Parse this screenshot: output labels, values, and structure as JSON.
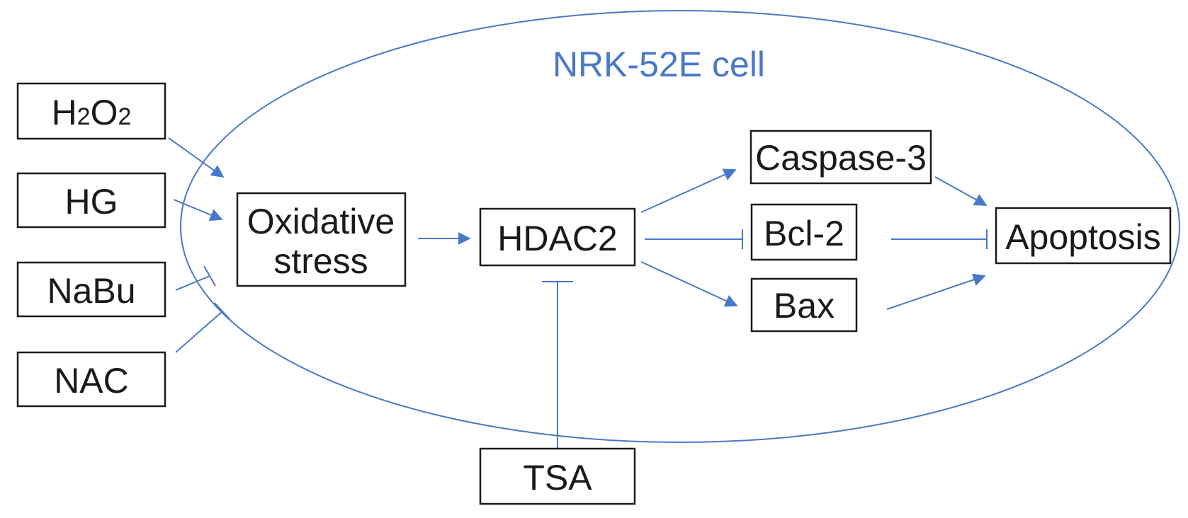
{
  "colors": {
    "accent": "#4a78c8",
    "box_stroke": "#1a1a1a",
    "text": "#1a1a1a"
  },
  "cell": {
    "label": "NRK-52E cell"
  },
  "nodes": {
    "h2o2": {
      "label_main": "H",
      "label_sub1": "2",
      "label_mid": "O",
      "label_sub2": "2"
    },
    "hg": {
      "label": "HG"
    },
    "nabu": {
      "label": "NaBu"
    },
    "nac": {
      "label": "NAC"
    },
    "oxidative_stress": {
      "line1": "Oxidative",
      "line2": "stress"
    },
    "hdac2": {
      "label": "HDAC2"
    },
    "tsa": {
      "label": "TSA"
    },
    "caspase3": {
      "label": "Caspase-3"
    },
    "bcl2": {
      "label": "Bcl-2"
    },
    "bax": {
      "label": "Bax"
    },
    "apoptosis": {
      "label": "Apoptosis"
    }
  },
  "edges": [
    {
      "from": "H2O2",
      "to": "Oxidative stress",
      "type": "activation"
    },
    {
      "from": "HG",
      "to": "Oxidative stress",
      "type": "activation"
    },
    {
      "from": "NaBu",
      "to": "Oxidative stress",
      "type": "inhibition"
    },
    {
      "from": "NAC",
      "to": "Oxidative stress",
      "type": "inhibition"
    },
    {
      "from": "Oxidative stress",
      "to": "HDAC2",
      "type": "activation"
    },
    {
      "from": "TSA",
      "to": "HDAC2",
      "type": "inhibition"
    },
    {
      "from": "HDAC2",
      "to": "Caspase-3",
      "type": "activation"
    },
    {
      "from": "HDAC2",
      "to": "Bcl-2",
      "type": "inhibition"
    },
    {
      "from": "HDAC2",
      "to": "Bax",
      "type": "activation"
    },
    {
      "from": "Caspase-3",
      "to": "Apoptosis",
      "type": "activation"
    },
    {
      "from": "Bcl-2",
      "to": "Apoptosis",
      "type": "inhibition"
    },
    {
      "from": "Bax",
      "to": "Apoptosis",
      "type": "activation"
    }
  ]
}
